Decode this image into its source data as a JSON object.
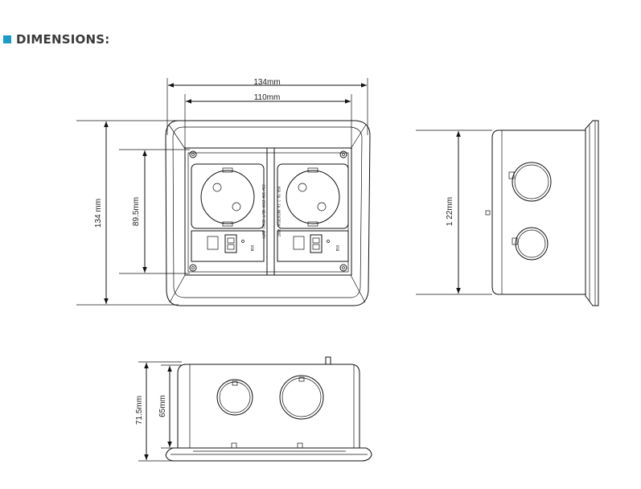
{
  "heading": {
    "title": "DIMENSIONS:",
    "bullet_color": "#1a9bc9",
    "text_color": "#3a3a3a",
    "bullet_icon": "square-bullet-icon"
  },
  "top_view": {
    "width_outer": "134mm",
    "width_inner": "110mm",
    "height_outer": "134 mm",
    "height_inner": "89.5mm"
  },
  "side_view": {
    "height": "1 22mm"
  },
  "front_view": {
    "height_total": "71.5mm",
    "height_box": "65mm"
  }
}
